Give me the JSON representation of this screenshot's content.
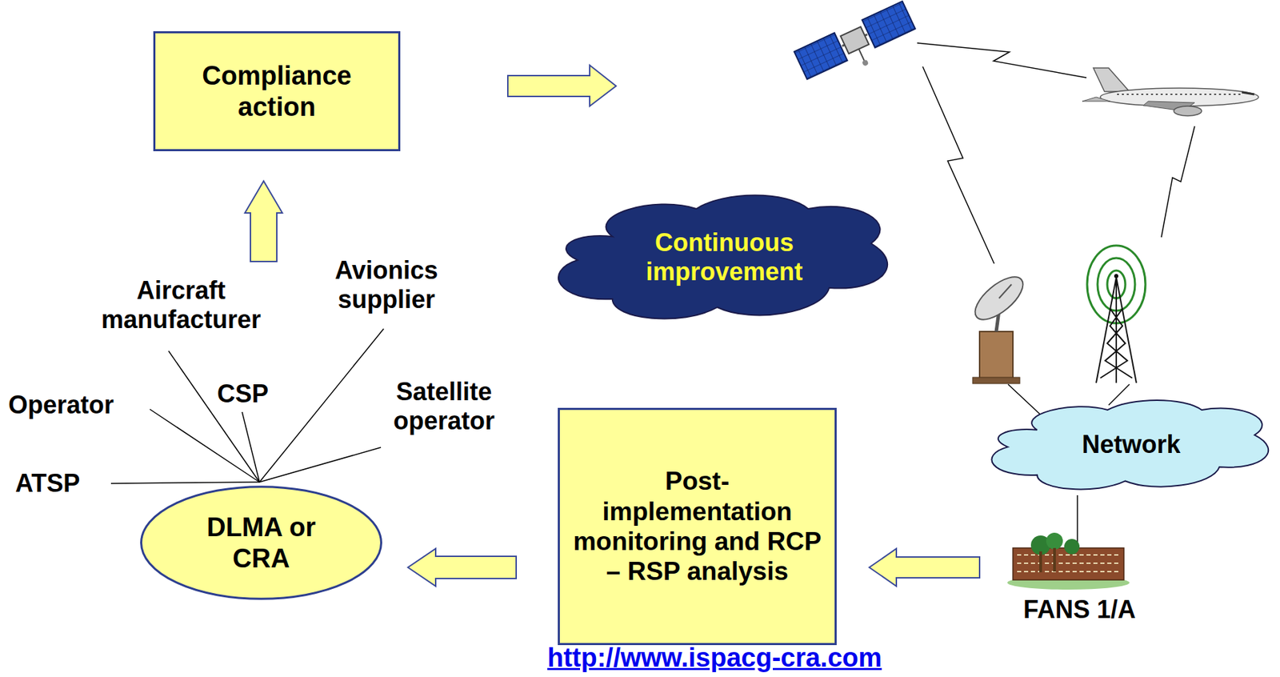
{
  "diagram": {
    "nodes": [
      {
        "text": [
          "Compliance action"
        ]
      },
      {
        "text": [
          "Continuous improvement"
        ]
      },
      {
        "text": [
          "DLMA or CRA"
        ]
      },
      {
        "text": [
          "Post- implementation monitoring and RCP – RSP analysis"
        ]
      },
      {
        "text": [
          "Network"
        ]
      }
    ],
    "edges": [
      {
        "from": 3,
        "to": 2,
        "arrow": "to"
      },
      {
        "from": 2,
        "to": 0,
        "arrow": "to"
      }
    ],
    "labels": [
      "Aircraft manufacturer",
      "Avionics supplier",
      "Operator",
      "CSP",
      "Satellite operator",
      "ATSP",
      "FANS 1/A",
      "http://www.ispacg-cra.com"
    ]
  }
}
